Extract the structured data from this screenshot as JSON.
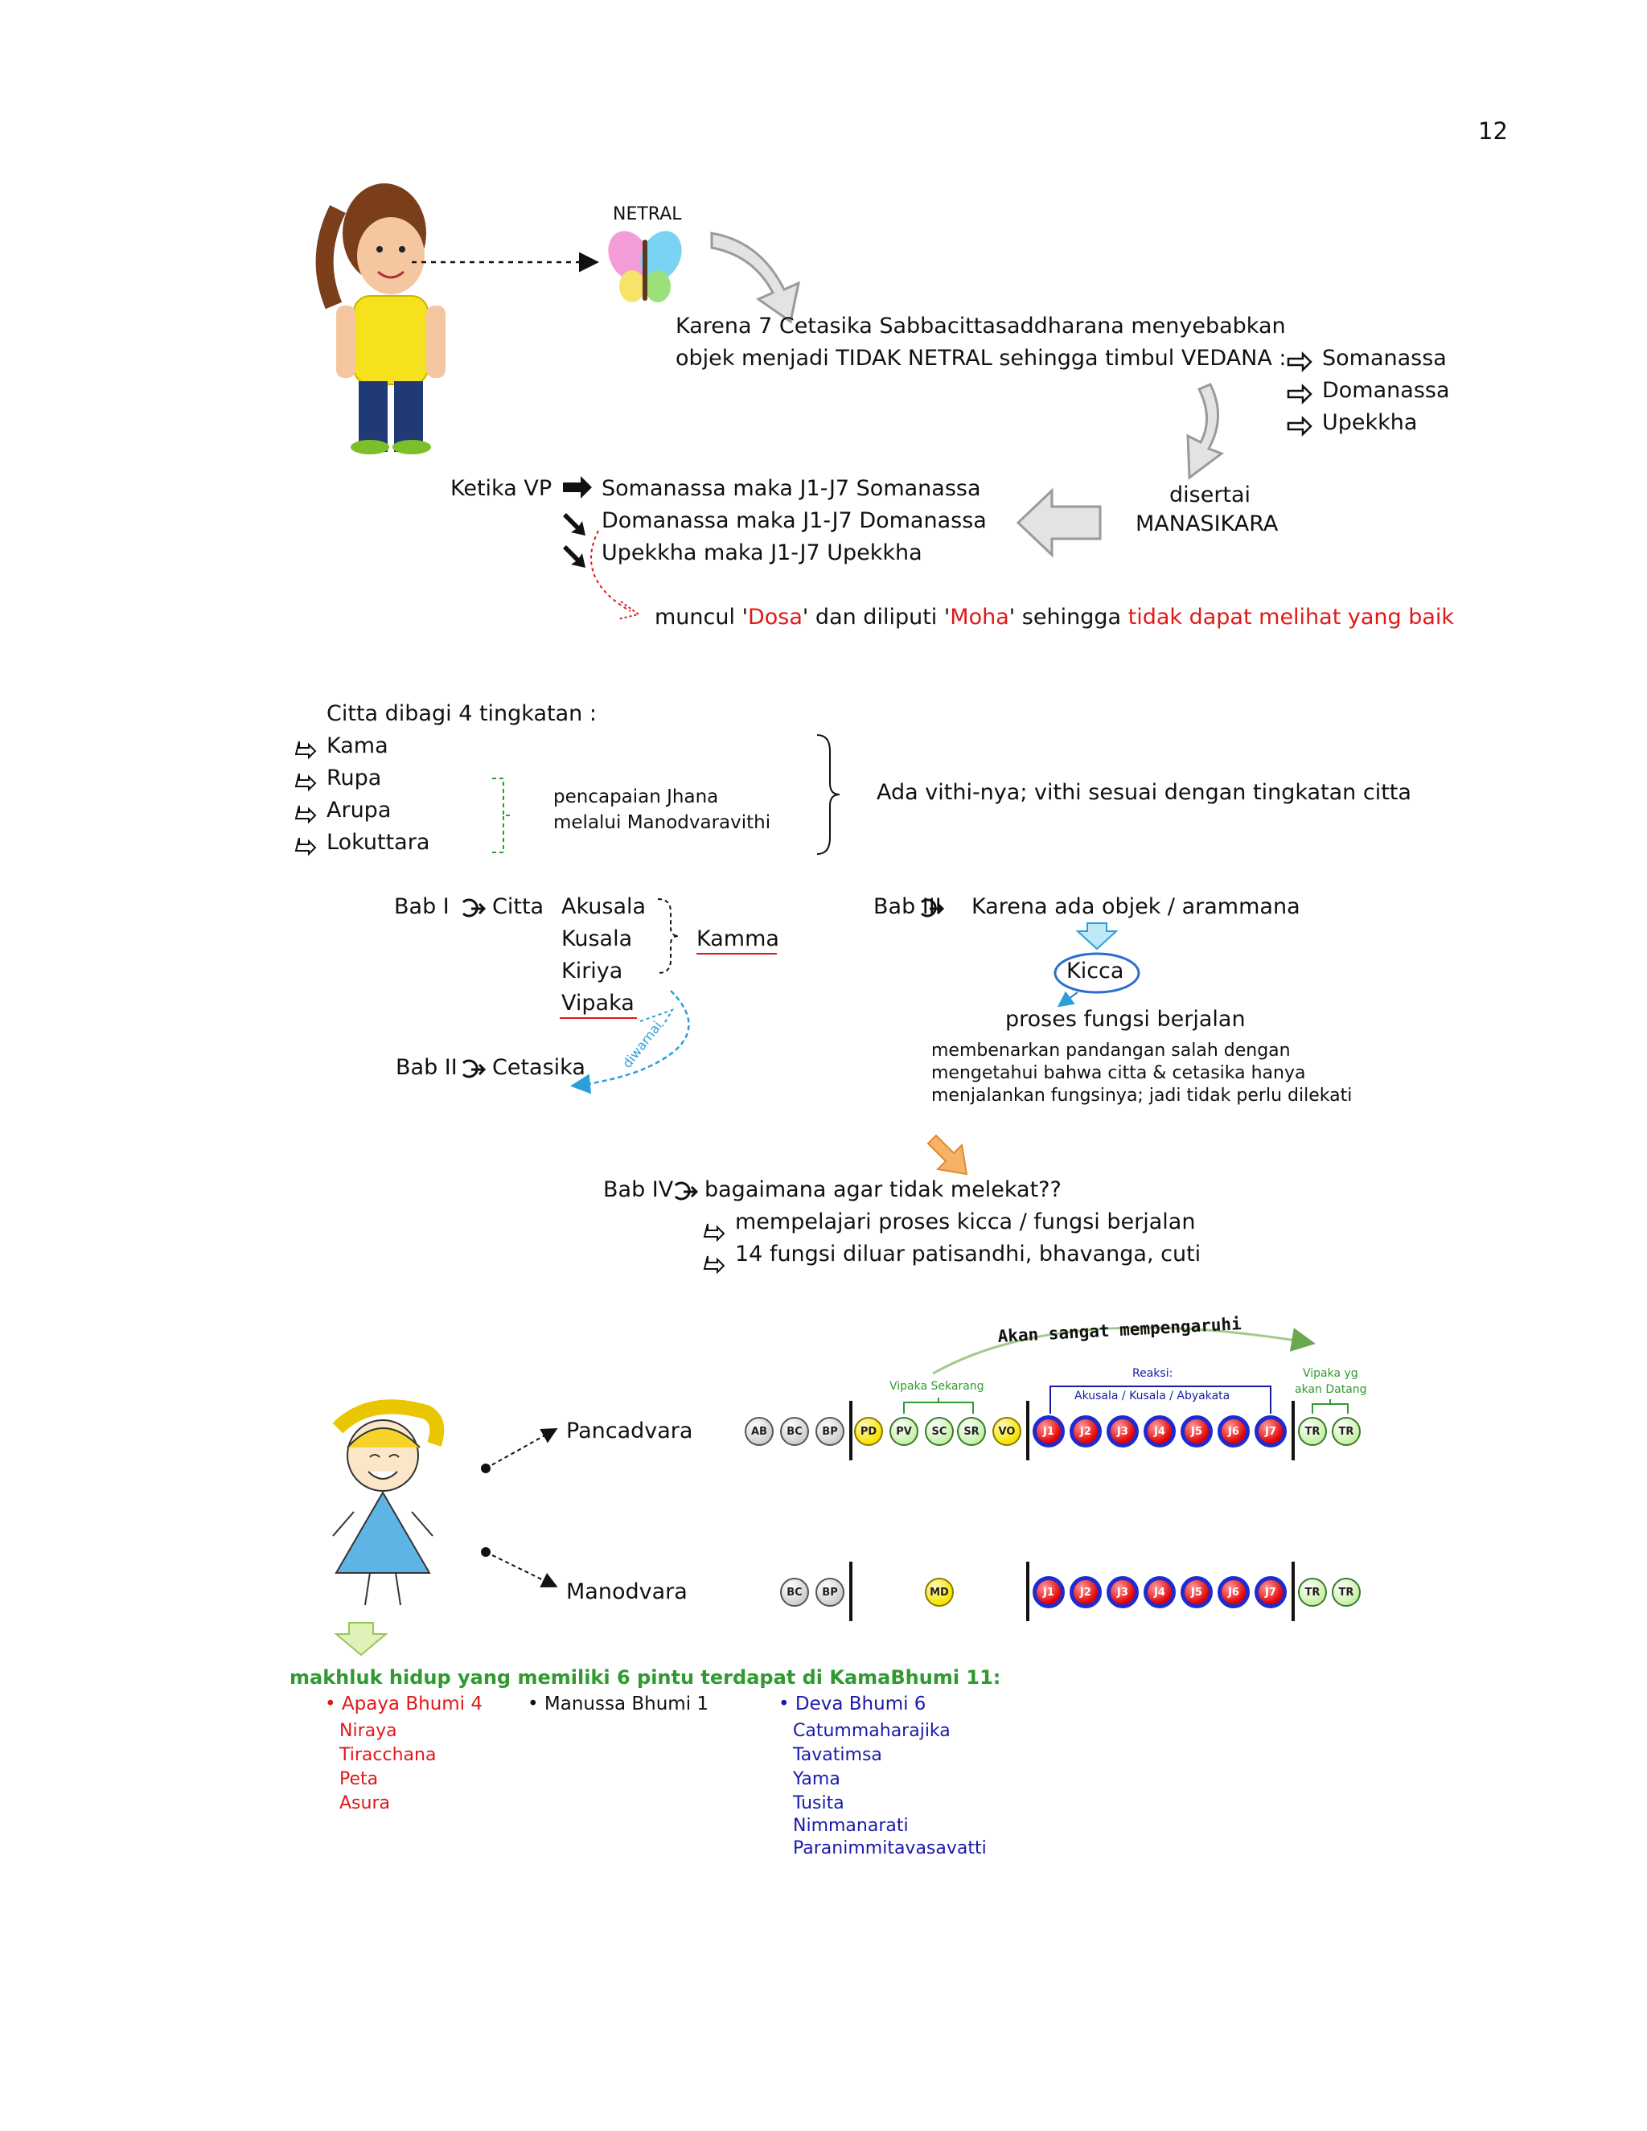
{
  "page_number": "12",
  "top": {
    "netral_label": "NETRAL",
    "karena_line1": "Karena 7 Cetasika Sabbacittasaddharana menyebabkan",
    "karena_line2": "objek menjadi TIDAK NETRAL sehingga timbul VEDANA :",
    "vedana": [
      "Somanassa",
      "Domanassa",
      "Upekkha"
    ],
    "disertai": "disertai",
    "manasikara": "MANASIKARA",
    "ketika_vp": "Ketika VP",
    "vp_lines": [
      "Somanassa maka J1-J7 Somanassa",
      "Domanassa maka J1-J7 Domanassa",
      "Upekkha maka J1-J7 Upekkha"
    ],
    "muncul_part1": "muncul '",
    "dosa": "Dosa",
    "muncul_part2": "' dan diliputi '",
    "moha": "Moha",
    "muncul_part3": "' sehingga ",
    "tidak_dapat": "tidak dapat melihat yang baik"
  },
  "citta": {
    "heading": "Citta dibagi 4 tingkatan :",
    "levels": [
      "Kama",
      "Rupa",
      "Arupa",
      "Lokuttara"
    ],
    "jhana_line1": "pencapaian Jhana",
    "jhana_line2": "melalui Manodvaravithi",
    "vithi_note": "Ada vithi-nya; vithi sesuai dengan tingkatan citta"
  },
  "bab": {
    "bab1": "Bab I",
    "bab1_citta": "Citta",
    "citta_types": [
      "Akusala",
      "Kusala",
      "Kiriya",
      "Vipaka"
    ],
    "kamma": "Kamma",
    "bab2": "Bab II",
    "bab2_cetasika": "Cetasika",
    "diwarnai": "diwarnai",
    "bab3": "Bab III",
    "bab3_text": "Karena ada objek / arammana",
    "kicca": "Kicca",
    "proses": "proses fungsi berjalan",
    "membenarkan": [
      "membenarkan pandangan salah dengan",
      "mengetahui bahwa citta & cetasika hanya",
      "menjalankan fungsinya; jadi tidak perlu dilekati"
    ],
    "bab4": "Bab IV",
    "bab4_text": "bagaimana agar tidak melekat??",
    "bab4_items": [
      "mempelajari proses kicca / fungsi berjalan",
      "14 fungsi diluar patisandhi, bhavanga, cuti"
    ]
  },
  "vithi": {
    "akan": "Akan sangat mempengaruhi",
    "vipaka_sekarang": "Vipaka Sekarang",
    "reaksi": "Reaksi:",
    "reaksi_sub": "Akusala / Kusala / Abyakata",
    "vipaka_yg_1": "Vipaka yg",
    "vipaka_yg_2": "akan Datang",
    "pancadvara": "Pancadvara",
    "manodvara": "Manodvara",
    "pancadvara_pre": [
      "AB",
      "BC",
      "BP"
    ],
    "pancadvara_mid": [
      "PD",
      "PV",
      "SC",
      "SR",
      "VO"
    ],
    "javana": [
      "J1",
      "J2",
      "J3",
      "J4",
      "J5",
      "J6",
      "J7"
    ],
    "tadarammana": [
      "TR",
      "TR"
    ],
    "manodvara_pre": [
      "BC",
      "BP"
    ],
    "manodvara_mid": [
      "MD"
    ]
  },
  "bhumi": {
    "heading": "makhluk hidup yang memiliki 6 pintu terdapat di KamaBhumi 11:",
    "apaya_title": "Apaya Bhumi 4",
    "apaya": [
      "Niraya",
      "Tiracchana",
      "Peta",
      "Asura"
    ],
    "manussa_title": "Manussa Bhumi 1",
    "deva_title": "Deva Bhumi 6",
    "deva": [
      "Catummaharajika",
      "Tavatimsa",
      "Yama",
      "Tusita",
      "Nimmanarati",
      "Paranimmitavasavatti"
    ]
  },
  "colors": {
    "red": "#e01818",
    "blue": "#1a1aa8",
    "green": "#2f9a2f",
    "javana_fill": "#e30000",
    "javana_ring": "#1e2bd0"
  }
}
